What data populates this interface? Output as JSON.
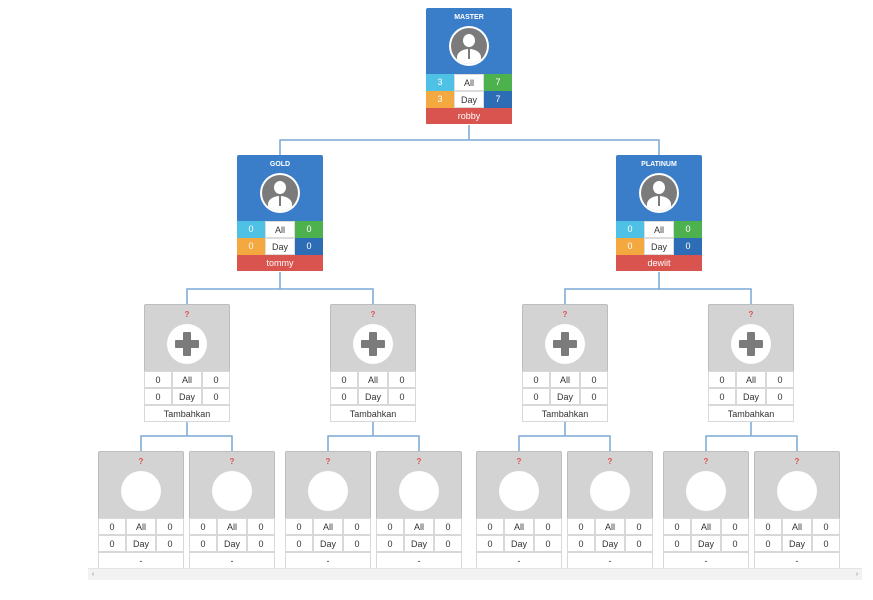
{
  "top": {
    "tier": "MASTER",
    "left_all": "3",
    "all_label": "All",
    "right_all": "7",
    "left_day": "3",
    "day_label": "Day",
    "right_day": "7",
    "name": "robby"
  },
  "level2": [
    {
      "tier": "GOLD",
      "left_all": "0",
      "all_label": "All",
      "right_all": "0",
      "left_day": "0",
      "day_label": "Day",
      "right_day": "0",
      "name": "tommy"
    },
    {
      "tier": "PLATINUM",
      "left_all": "0",
      "all_label": "All",
      "right_all": "0",
      "left_day": "0",
      "day_label": "Day",
      "right_day": "0",
      "name": "dewiit"
    }
  ],
  "level3": [
    {
      "mark": "?",
      "left_all": "0",
      "all_label": "All",
      "right_all": "0",
      "left_day": "0",
      "day_label": "Day",
      "right_day": "0",
      "action": "Tambahkan"
    },
    {
      "mark": "?",
      "left_all": "0",
      "all_label": "All",
      "right_all": "0",
      "left_day": "0",
      "day_label": "Day",
      "right_day": "0",
      "action": "Tambahkan"
    },
    {
      "mark": "?",
      "left_all": "0",
      "all_label": "All",
      "right_all": "0",
      "left_day": "0",
      "day_label": "Day",
      "right_day": "0",
      "action": "Tambahkan"
    },
    {
      "mark": "?",
      "left_all": "0",
      "all_label": "All",
      "right_all": "0",
      "left_day": "0",
      "day_label": "Day",
      "right_day": "0",
      "action": "Tambahkan"
    }
  ],
  "level4": [
    {
      "mark": "?",
      "left_all": "0",
      "all_label": "All",
      "right_all": "0",
      "left_day": "0",
      "day_label": "Day",
      "right_day": "0",
      "footer": "-"
    },
    {
      "mark": "?",
      "left_all": "0",
      "all_label": "All",
      "right_all": "0",
      "left_day": "0",
      "day_label": "Day",
      "right_day": "0",
      "footer": "-"
    },
    {
      "mark": "?",
      "left_all": "0",
      "all_label": "All",
      "right_all": "0",
      "left_day": "0",
      "day_label": "Day",
      "right_day": "0",
      "footer": "-"
    },
    {
      "mark": "?",
      "left_all": "0",
      "all_label": "All",
      "right_all": "0",
      "left_day": "0",
      "day_label": "Day",
      "right_day": "0",
      "footer": "-"
    },
    {
      "mark": "?",
      "left_all": "0",
      "all_label": "All",
      "right_all": "0",
      "left_day": "0",
      "day_label": "Day",
      "right_day": "0",
      "footer": "-"
    },
    {
      "mark": "?",
      "left_all": "0",
      "all_label": "All",
      "right_all": "0",
      "left_day": "0",
      "day_label": "Day",
      "right_day": "0",
      "footer": "-"
    },
    {
      "mark": "?",
      "left_all": "0",
      "all_label": "All",
      "right_all": "0",
      "left_day": "0",
      "day_label": "Day",
      "right_day": "0",
      "footer": "-"
    },
    {
      "mark": "?",
      "left_all": "0",
      "all_label": "All",
      "right_all": "0",
      "left_day": "0",
      "day_label": "Day",
      "right_day": "0",
      "footer": "-"
    }
  ],
  "scroll": {
    "left_arrow": "‹",
    "right_arrow": "›"
  },
  "colors": {
    "header_blue": "#3a7dc9",
    "name_red": "#d9534f",
    "connector": "#7aa9d6"
  }
}
